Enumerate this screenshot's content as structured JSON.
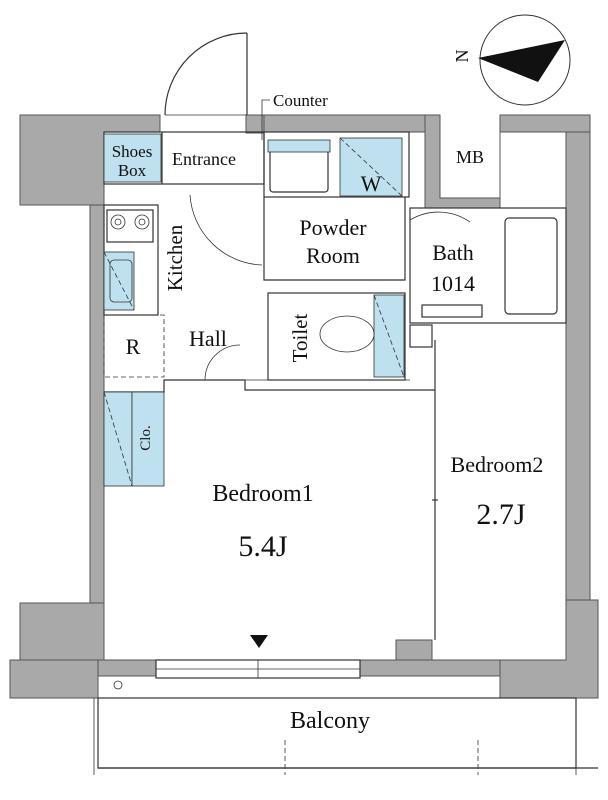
{
  "compass": {
    "label": "N"
  },
  "rooms": {
    "counter": "Counter",
    "shoes_box": [
      "Shoes",
      "Box"
    ],
    "entrance": "Entrance",
    "mb": "MB",
    "washer": "W",
    "powder_room": [
      "Powder",
      "Room"
    ],
    "bath": [
      "Bath",
      "1014"
    ],
    "kitchen": "Kitchen",
    "refrigerator": "R",
    "hall": "Hall",
    "toilet": "Toilet",
    "closet": "Clo.",
    "bedroom1": {
      "name": "Bedroom1",
      "size": "5.4J"
    },
    "bedroom2": {
      "name": "Bedroom2",
      "size": "2.7J"
    },
    "balcony": "Balcony"
  }
}
